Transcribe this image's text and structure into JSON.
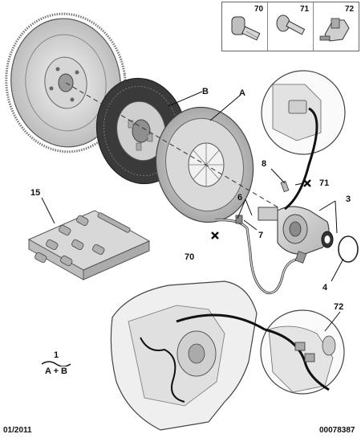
{
  "parts_legend": {
    "items": [
      {
        "ref": "70",
        "icon": "bolt-hex-icon"
      },
      {
        "ref": "71",
        "icon": "screw-torx-icon"
      },
      {
        "ref": "72",
        "icon": "harness-clip-icon"
      }
    ]
  },
  "callouts": {
    "A": "A",
    "B": "B",
    "c3": "3",
    "c4": "4",
    "c6": "6",
    "c7": "7",
    "c8": "8",
    "c15": "15",
    "c70": "70",
    "c71": "71",
    "c72": "72"
  },
  "kit": {
    "number": "1",
    "formula": "A + B"
  },
  "footer": {
    "date": "01/2011",
    "ref_code": "00078387"
  }
}
